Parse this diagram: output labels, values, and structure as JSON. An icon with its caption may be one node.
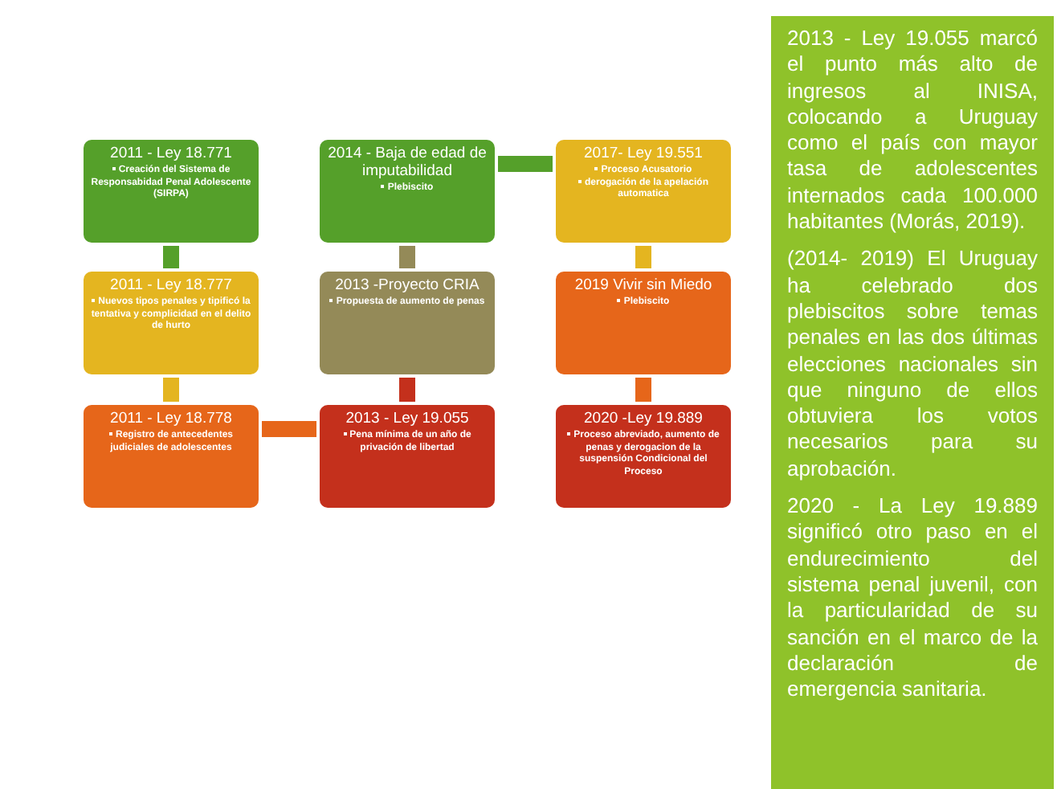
{
  "diagram": {
    "nodes": [
      {
        "text": [
          "2011 - Ley 18.771",
          "Creación del Sistema de Responsabidad Penal Adolescente (SIRPA)"
        ]
      },
      {
        "text": [
          "2014 - Baja de edad de imputabilidad",
          "Plebiscito"
        ]
      },
      {
        "text": [
          "2017- Ley 19.551",
          "Proceso Acusatorio",
          "derogación de la apelación automatica"
        ]
      },
      {
        "text": [
          "2011 - Ley 18.777",
          "Nuevos tipos penales y tipificó la tentativa y complicidad en el delito de hurto"
        ]
      },
      {
        "text": [
          "2013 -Proyecto CRIA",
          "Propuesta de aumento de penas"
        ]
      },
      {
        "text": [
          "2019 Vivir sin Miedo",
          "Plebiscito"
        ]
      },
      {
        "text": [
          "2011 - Ley 18.778",
          "Registro de antecedentes judiciales de adolescentes"
        ]
      },
      {
        "text": [
          "2013 - Ley 19.055",
          "Pena mínima de un año de privación de libertad"
        ]
      },
      {
        "text": [
          "2020 -Ley 19.889",
          "Proceso abreviado, aumento de penas y derogacion de la suspensión Condicional del Proceso"
        ]
      },
      {
        "text": [
          "2013 - Ley 19.055 marcó el punto más alto de ingresos al INISA, colocando a Uruguay como el país con mayor tasa de adolescentes internados cada 100.000 habitantes (Morás, 2019).",
          "(2014- 2019) El Uruguay ha celebrado dos plebiscitos sobre temas penales en las dos últimas elecciones nacionales sin que ninguno de ellos obtuviera los votos necesarios para su aprobación.",
          "2020 - La Ley 19.889 significó otro paso en el endurecimiento del sistema penal juvenil, con la particularidad de su sanción en el marco de la declaración de emergencia sanitaria."
        ]
      }
    ],
    "edges": [
      {
        "from": 0,
        "to": 3,
        "arrow": "none",
        "color": "#55a02a"
      },
      {
        "from": 3,
        "to": 6,
        "arrow": "none",
        "color": "#e4b520"
      },
      {
        "from": 6,
        "to": 7,
        "arrow": "none",
        "color": "#e6661a"
      },
      {
        "from": 7,
        "to": 4,
        "arrow": "none",
        "color": "#c4301c"
      },
      {
        "from": 4,
        "to": 1,
        "arrow": "none",
        "color": "#948a58"
      },
      {
        "from": 1,
        "to": 2,
        "arrow": "none",
        "color": "#55a02a"
      },
      {
        "from": 2,
        "to": 5,
        "arrow": "none",
        "color": "#e4b520"
      },
      {
        "from": 5,
        "to": 8,
        "arrow": "none",
        "color": "#e6661a"
      }
    ]
  }
}
